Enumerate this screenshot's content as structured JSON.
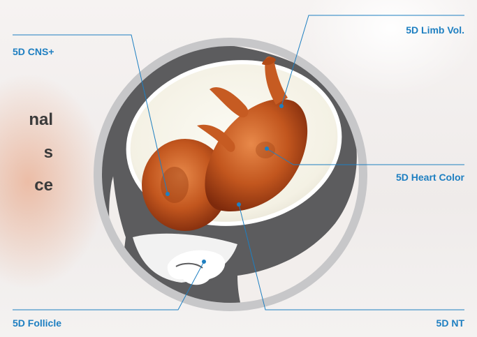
{
  "tagline": [
    "nal",
    "s",
    "ce"
  ],
  "labels": {
    "cns": "5D CNS+",
    "limb": "5D Limb Vol.",
    "heart": "5D Heart Color",
    "follicle": "5D Follicle",
    "nt": "5D NT"
  },
  "colors": {
    "accent": "#1e7fc1",
    "ring": "#c7c7c9",
    "silhouette": "#5c5c5e",
    "fetus": "#c2561e"
  }
}
